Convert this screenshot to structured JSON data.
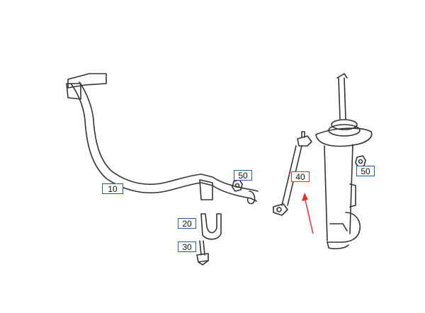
{
  "labels": {
    "stabilizer_bar": "10",
    "bushing": "20",
    "bolt": "30",
    "link": "40",
    "nut_left": "50",
    "nut_right": "50"
  },
  "colors": {
    "line": "#333333",
    "callout_border": "#1f5fae",
    "highlight": "#e0322b"
  },
  "highlighted_part": "40"
}
